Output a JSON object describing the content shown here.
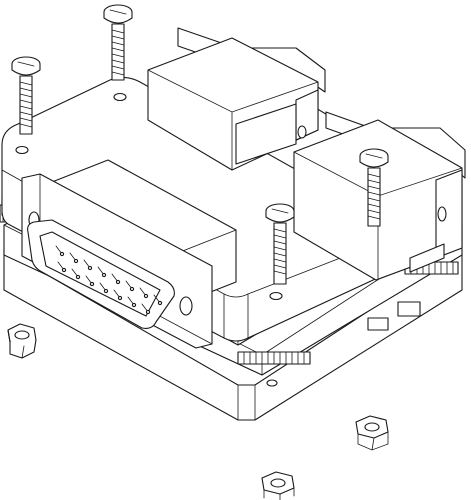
{
  "figure": {
    "kind": "exploded-isometric-line-drawing",
    "subject": "stacked-plate-enclosure-with-d-sub-connectors",
    "line_color": "#1a1a1a",
    "background": "#ffffff"
  },
  "parts": {
    "screws": 4,
    "nuts": 3,
    "d_sub_connectors": 3,
    "front_connector_pins_top_row": 8,
    "front_connector_pins_bottom_row": 7,
    "stacked_plates": 4
  }
}
